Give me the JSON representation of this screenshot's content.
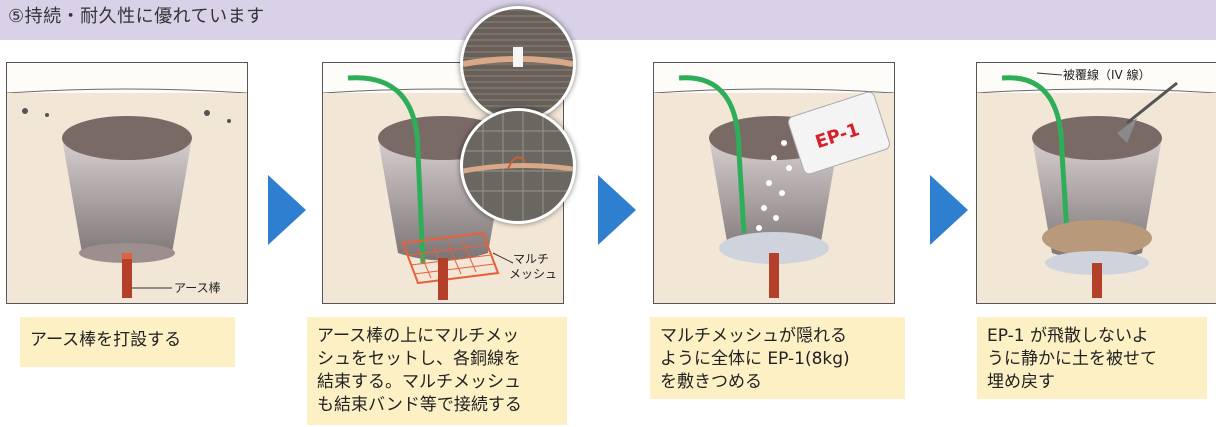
{
  "header": {
    "title": "⑤持続・耐久性に優れています"
  },
  "panels": [
    {
      "label": "アース棒",
      "caption_lines": [
        "アース棒を打設する"
      ]
    },
    {
      "label_lines": [
        "マルチ",
        "メッシュ"
      ],
      "caption_lines": [
        "アース棒の上にマルチメッ",
        "シュをセットし、各銅線を",
        "結束する。マルチメッシュ",
        "も結束バンド等で接続する"
      ]
    },
    {
      "bag_text": "EP-1",
      "caption_lines": [
        "マルチメッシュが隠れる",
        "ように全体に EP-1(8kg)",
        "を敷きつめる"
      ]
    },
    {
      "label": "被覆線（IV 線）",
      "caption_lines": [
        "EP-1 が飛散しないよ",
        "うに静かに土を被せて",
        "埋め戻す"
      ]
    }
  ],
  "colors": {
    "header_bg": "#d9d1e7",
    "caption_bg": "#fcf0c4",
    "arrow": "#2f7fd0",
    "wire": "#2fae5a",
    "rod": "#b5402a",
    "mesh": "#e8603a"
  }
}
